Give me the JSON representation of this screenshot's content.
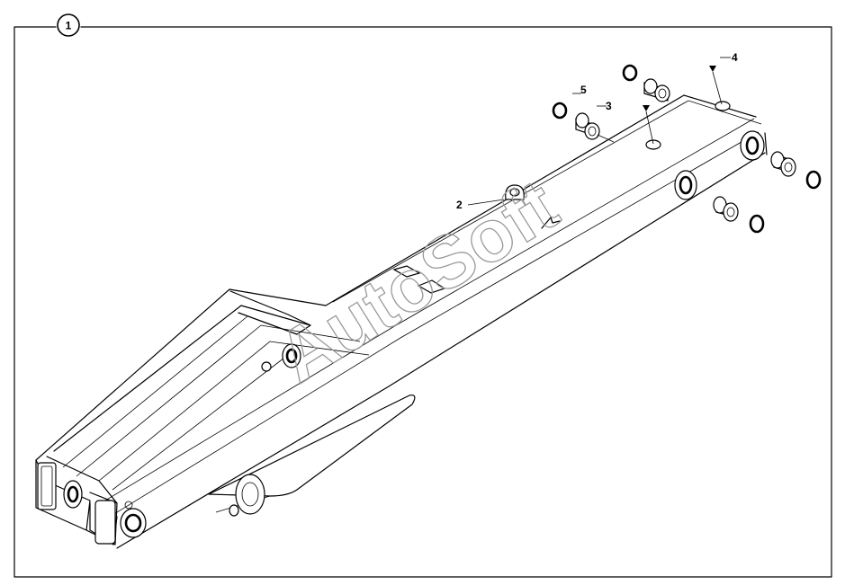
{
  "assembly": {
    "number": "1"
  },
  "callouts": [
    {
      "id": "item-2",
      "label": "2"
    },
    {
      "id": "item-3",
      "label": "3"
    },
    {
      "id": "item-4",
      "label": "4"
    },
    {
      "id": "item-5",
      "label": "5"
    }
  ],
  "watermark": {
    "text": "AutoSoft"
  }
}
